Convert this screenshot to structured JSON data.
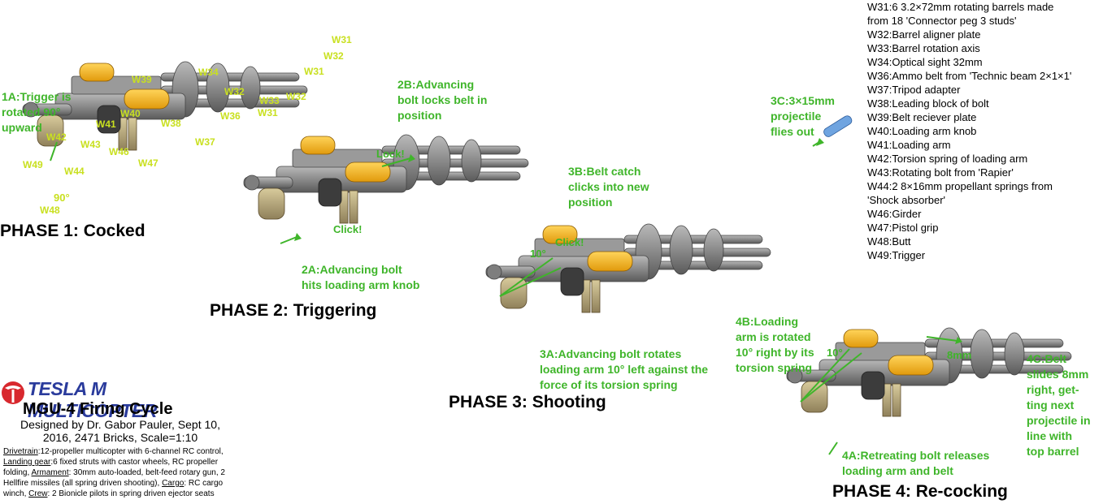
{
  "legend": [
    "W31:6 3.2×72mm rotating barrels made",
    "from 18 'Connector peg 3 studs'",
    "W32:Barrel aligner plate",
    "W33:Barrel rotation axis",
    "W34:Optical sight 32mm",
    "W36:Ammo belt from 'Technic beam 2×1×1'",
    "W37:Tripod adapter",
    "W38:Leading block of bolt",
    "W39:Belt reciever plate",
    "W40:Loading arm knob",
    "W41:Loading arm",
    "W42:Torsion spring of loading arm",
    "W43:Rotating bolt from 'Rapier'",
    "W44:2 8×16mm propellant springs from",
    "'Shock absorber'",
    "W46:Girder",
    "W47:Pistol grip",
    "W48:Butt",
    "W49:Trigger"
  ],
  "phases": {
    "p1": "PHASE 1: Cocked",
    "p2": "PHASE 2: Triggering",
    "p3": "PHASE 3: Shooting",
    "p4": "PHASE 4: Re-cocking"
  },
  "notes": {
    "n1a": [
      "1A:Trigger is",
      "rotated 90°",
      "upward"
    ],
    "n2a": [
      "2A:Advancing bolt",
      "hits loading arm knob"
    ],
    "n2b": [
      "2B:Advancing",
      "bolt locks belt in",
      "position"
    ],
    "n3a": [
      "3A:Advancing bolt rotates",
      "loading arm 10° left against the",
      "force of its torsion spring"
    ],
    "n3b": [
      "3B:Belt catch",
      "clicks into new",
      "position"
    ],
    "n3c": [
      "3C:3×15mm",
      "projectile",
      "flies out"
    ],
    "n4a": [
      "4A:Retreating bolt releases",
      "loading arm and belt"
    ],
    "n4b": [
      "4B:Loading",
      "arm is rotated",
      "10° right by its",
      "torsion spring"
    ],
    "n4c": [
      "4C:Belt",
      "slides 8mm",
      "right, get-",
      "ting next",
      "projectile in",
      "line with",
      "top barrel"
    ]
  },
  "small_marks": {
    "lock": "Lock!",
    "click2": "Click!",
    "click3": "Click!",
    "deg10_3": "10°",
    "deg10_4": "10°",
    "deg90": "90°",
    "mm8": "8mm"
  },
  "part_labels": {
    "W31a": "W31",
    "W32a": "W32",
    "W31b": "W31",
    "W34": "W34",
    "W39": "W39",
    "W32b": "W32",
    "W33": "W33",
    "W32c": "W32",
    "W31c": "W31",
    "W36": "W36",
    "W40": "W40",
    "W41": "W41",
    "W38": "W38",
    "W42": "W42",
    "W43": "W43",
    "W46": "W46",
    "W37": "W37",
    "W47": "W47",
    "W49": "W49",
    "W44": "W44",
    "W48": "W48"
  },
  "info": {
    "logo": "TESLA M MULTICOPTER",
    "title": "MGU-4 Firing Cycle",
    "credits": "Designed by Dr. Gabor Pauler, Sept 10, 2016, 2471 Bricks, Scale=1:10",
    "drivetrain_label": "Drivetrain",
    "drivetrain": ":12-propeller multicopter with 6-channel RC control,",
    "landing_label": "Landing gear",
    "landing": ":6 fixed struts with castor wheels, RC propeller folding,",
    "armament_label": "Armament",
    "armament": ": 30mm auto-loaded, belt-feed rotary gun, 2 Hellfire missiles (all spring driven shooting),",
    "cargo_label": "Cargo",
    "cargo": ": RC cargo winch,",
    "crew_label": "Crew",
    "crew": ": 2 Bionicle pilots in spring driven ejector seats"
  },
  "colors": {
    "note_green": "#3fb52a",
    "part_label": "#c9e020",
    "yellow_part": "#f6b81c",
    "grey_part": "#8a8a8a",
    "tan_part": "#b5a57a",
    "logo_blue": "#2a3b9c",
    "logo_red": "#d8282e"
  }
}
